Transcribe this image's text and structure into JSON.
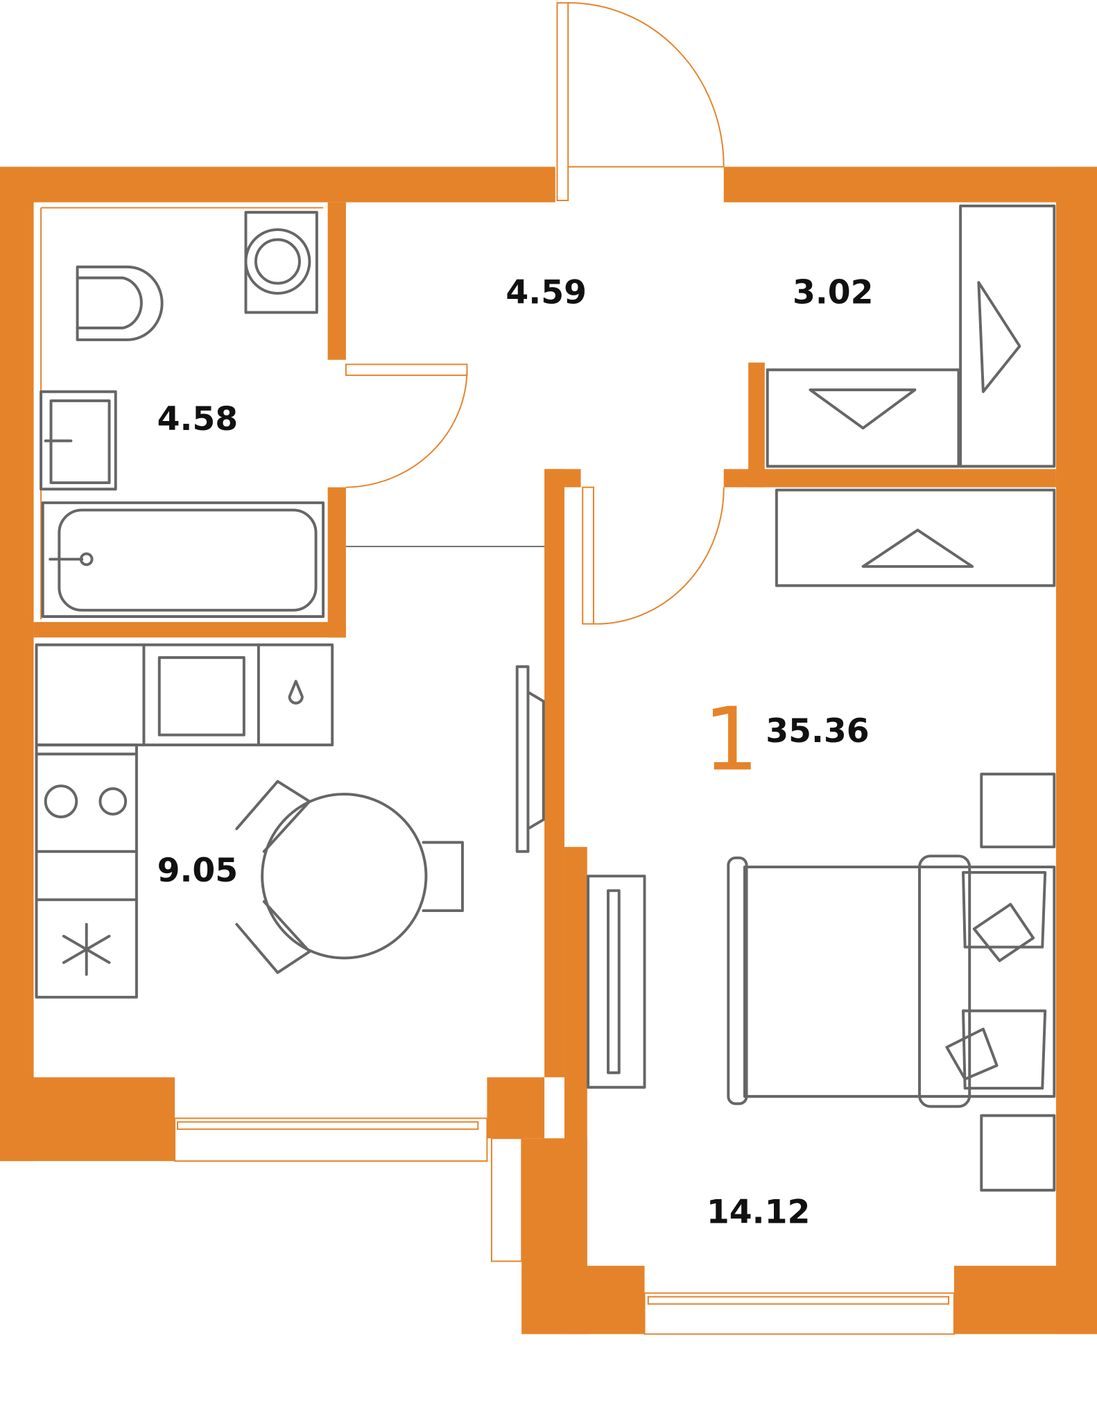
{
  "plan": {
    "rooms_count_label": "1",
    "total_area": "35.36",
    "rooms": [
      {
        "name": "hallway",
        "area": "4.59"
      },
      {
        "name": "wardrobe",
        "area": "3.02"
      },
      {
        "name": "bathroom",
        "area": "4.58"
      },
      {
        "name": "kitchen",
        "area": "9.05"
      },
      {
        "name": "bedroom",
        "area": "14.12"
      }
    ]
  },
  "colors": {
    "wall": "#E5832A",
    "furniture": "#666666"
  }
}
